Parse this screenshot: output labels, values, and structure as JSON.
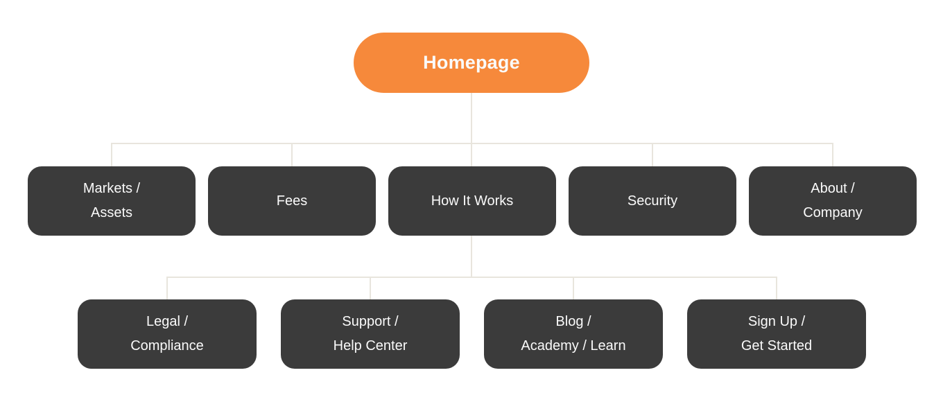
{
  "diagram": {
    "type": "sitemap-tree",
    "root": {
      "label": "Homepage"
    },
    "level1": [
      {
        "label": "Markets / Assets",
        "label_lines": [
          "Markets /",
          "Assets"
        ]
      },
      {
        "label": "Fees",
        "label_lines": [
          "Fees"
        ]
      },
      {
        "label": "How It Works",
        "label_lines": [
          "How It Works"
        ]
      },
      {
        "label": "Security",
        "label_lines": [
          "Security"
        ]
      },
      {
        "label": "About / Company",
        "label_lines": [
          "About /",
          "Company"
        ]
      }
    ],
    "level2_parent": "How It Works",
    "level2": [
      {
        "label": "Legal / Compliance",
        "label_lines": [
          "Legal /",
          "Compliance"
        ]
      },
      {
        "label": "Support / Help Center",
        "label_lines": [
          "Support /",
          "Help Center"
        ]
      },
      {
        "label": "Blog / Academy / Learn",
        "label_lines": [
          "Blog /",
          "Academy / Learn"
        ]
      },
      {
        "label": "Sign Up / Get Started",
        "label_lines": [
          "Sign Up /",
          "Get Started"
        ]
      }
    ],
    "colors": {
      "root_bg": "#f6893b",
      "node_bg": "#3b3b3b",
      "node_text": "#fafafa",
      "connector": "#e8e5dd",
      "background": "#ffffff"
    }
  }
}
